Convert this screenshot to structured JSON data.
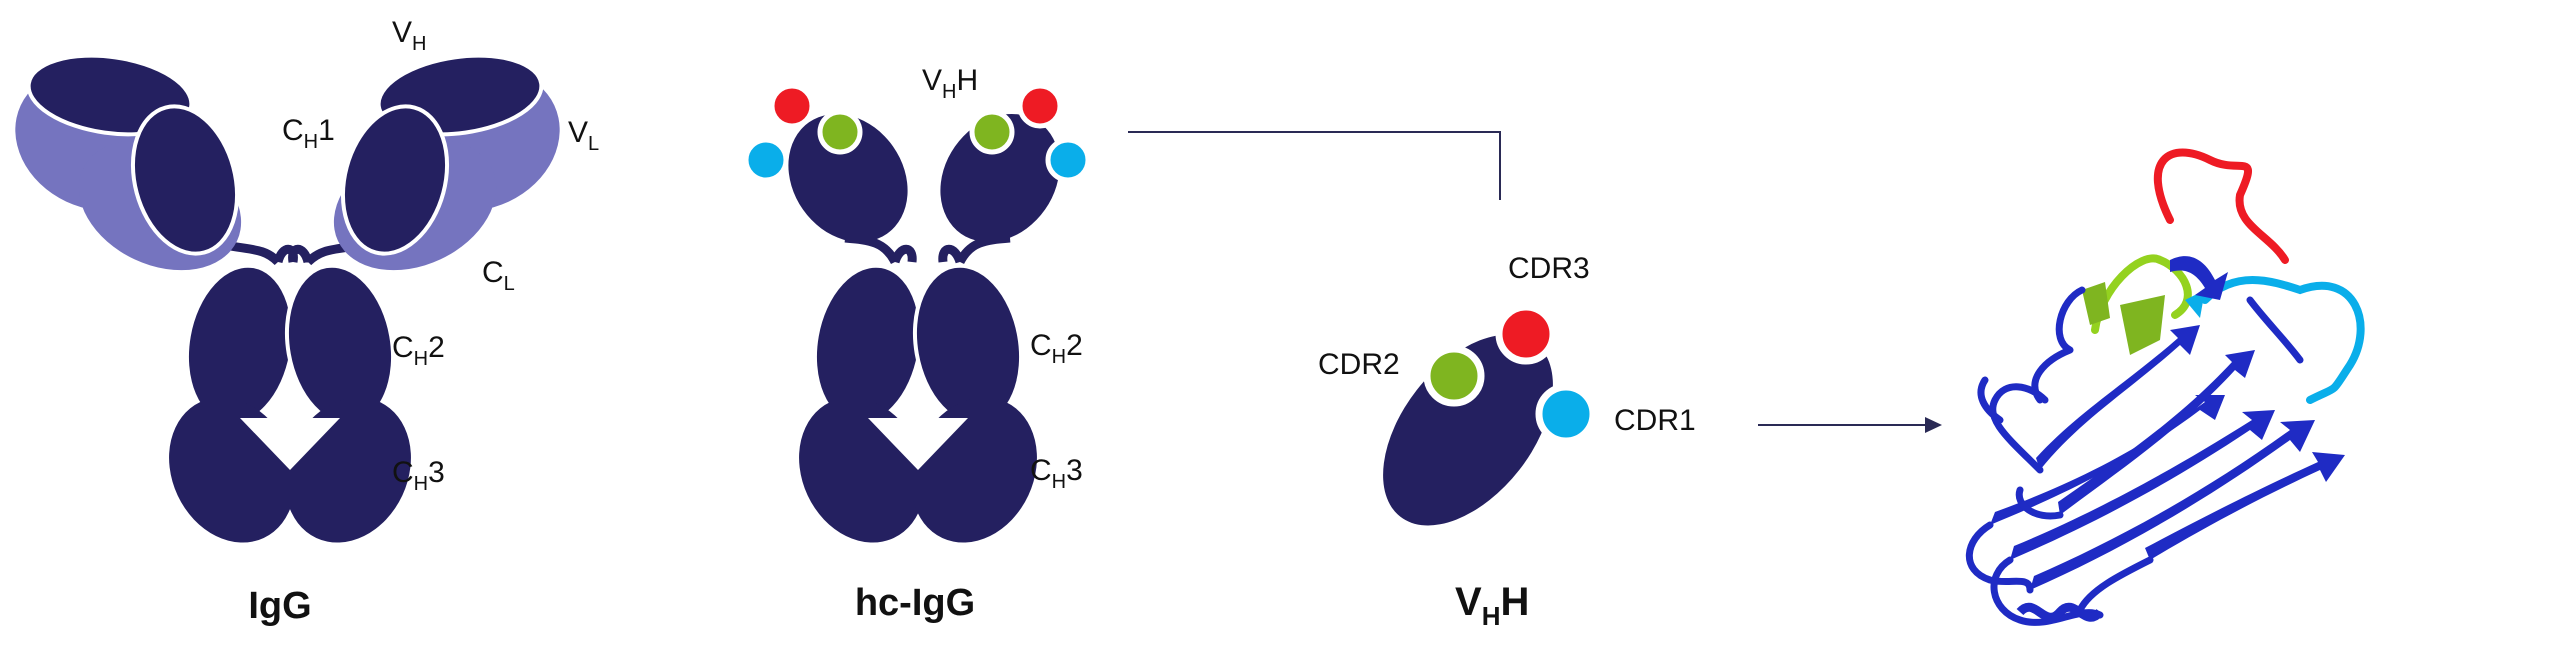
{
  "colors": {
    "dark": "#242060",
    "light": "#7574bf",
    "cdr1": "#0aaeea",
    "cdr2": "#7fb520",
    "cdr3": "#ee1b24",
    "protein": "#1f2bc4",
    "line": "#2a2a55"
  },
  "igg": {
    "title": "IgG",
    "vh_main": "V",
    "vh_sub": "H",
    "vl_main": "V",
    "vl_sub": "L",
    "ch1_main": "C",
    "ch1_sub": "H",
    "ch1_num": "1",
    "cl_main": "C",
    "cl_sub": "L",
    "ch2_main": "C",
    "ch2_sub": "H",
    "ch2_num": "2",
    "ch3_main": "C",
    "ch3_sub": "H",
    "ch3_num": "3"
  },
  "hcigg": {
    "title": "hc-IgG",
    "vhh_main": "V",
    "vhh_sub": "H",
    "vhh_end": "H",
    "ch2_main": "C",
    "ch2_sub": "H",
    "ch2_num": "2",
    "ch3_main": "C",
    "ch3_sub": "H",
    "ch3_num": "3"
  },
  "vhh": {
    "title_main": "V",
    "title_sub": "H",
    "title_end": "H",
    "cdr1": "CDR1",
    "cdr2": "CDR2",
    "cdr3": "CDR3"
  }
}
